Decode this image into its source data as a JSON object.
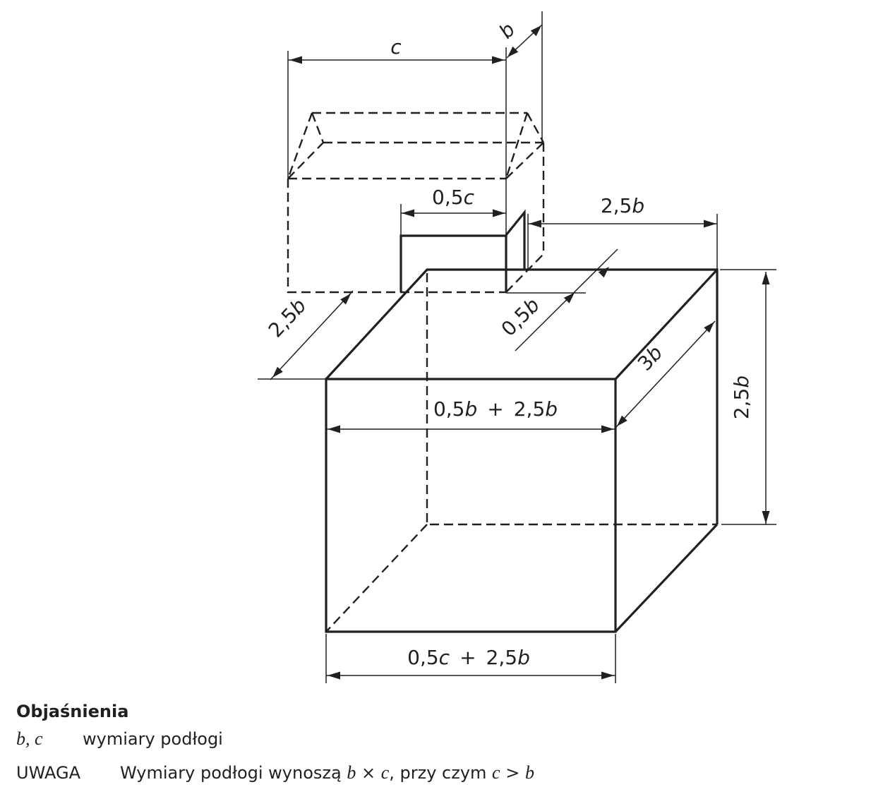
{
  "drawing": {
    "labels": {
      "c": "c",
      "b": "b",
      "half_c": {
        "num": "0,5",
        "var": "c"
      },
      "top_two_half_b": {
        "num": "2,5",
        "var": "b"
      },
      "left_two_half_b": {
        "num": "2,5",
        "var": "b"
      },
      "half_b": {
        "num": "0,5",
        "var": "b"
      },
      "three_b": {
        "num": "3",
        "var": "b"
      },
      "right_two_half_b": {
        "num": "2,5",
        "var": "b"
      },
      "width_sum": {
        "num1": "0,5",
        "var1": "b",
        "plus": "+",
        "num2": "2,5",
        "var2": "b"
      },
      "bottom_sum": {
        "num1": "0,5",
        "var1": "c",
        "plus": "+",
        "num2": "2,5",
        "var2": "b"
      }
    }
  },
  "legend": {
    "heading": "Objaśnienia",
    "symbols_row": {
      "symbol": "b, c",
      "description": "wymiary podłogi"
    },
    "note_row": {
      "label": "UWAGA",
      "part1": "Wymiary podłogi wynoszą ",
      "var1": "b",
      "part2": " × ",
      "var2": "c",
      "part3": ", przy czym ",
      "var3": "c",
      "part4": " > ",
      "var4": "b"
    }
  }
}
